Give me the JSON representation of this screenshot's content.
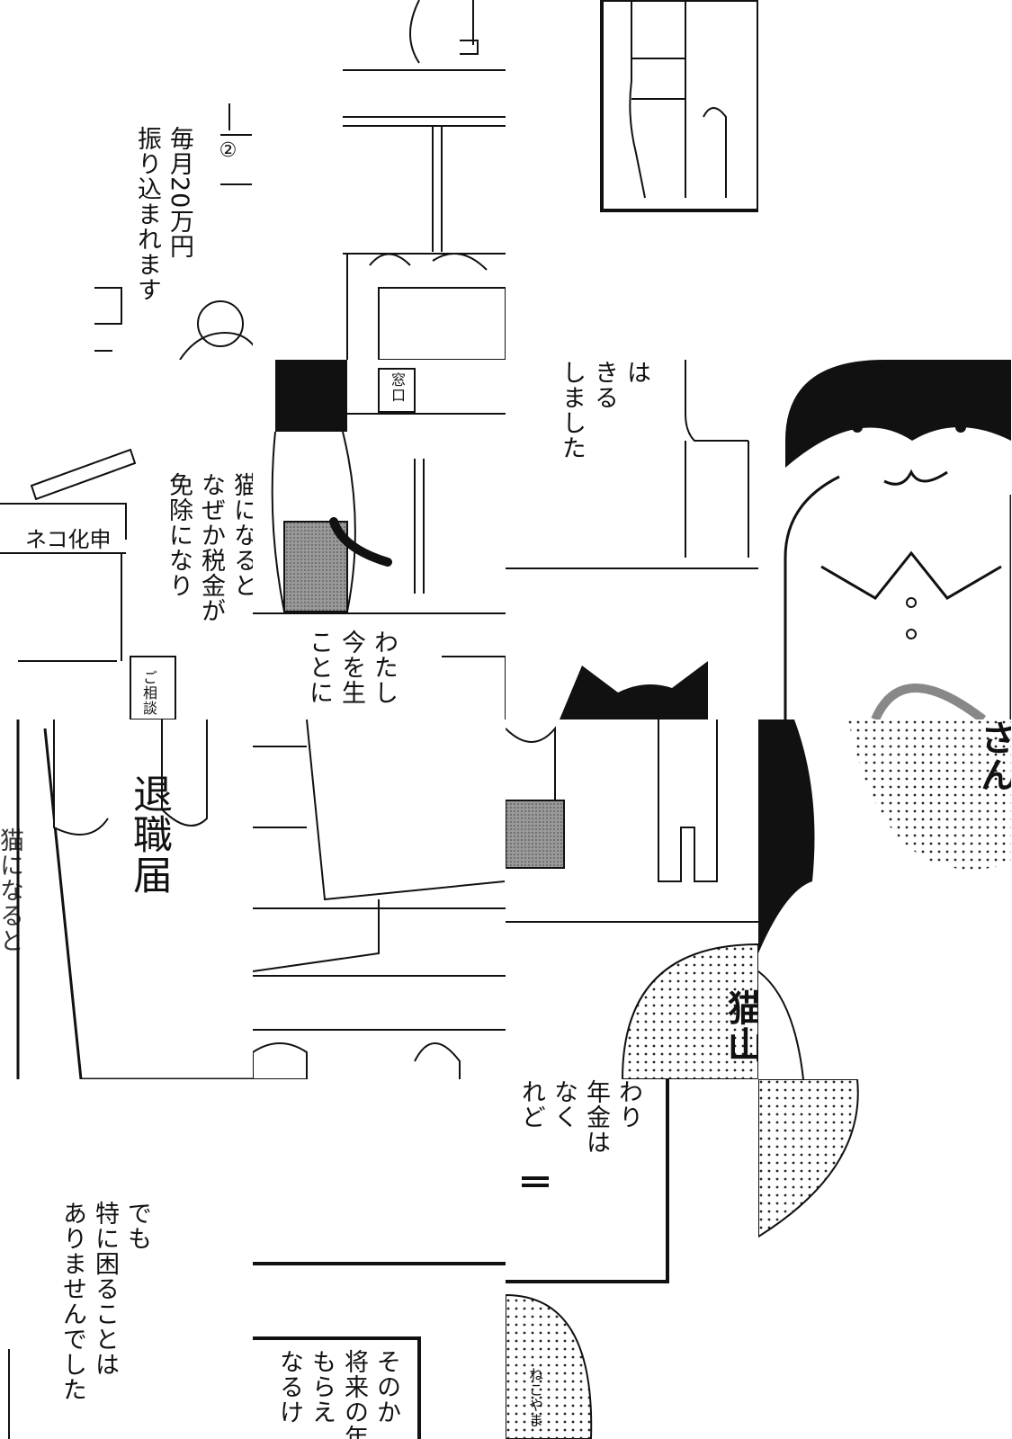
{
  "panels": {
    "r0c0": {
      "badge": "②",
      "lines": [
        "毎月20万円",
        "振り込まれます"
      ]
    },
    "r1c0": {
      "lines": [
        "猫になると",
        "なぜか税金が",
        "免除になり"
      ],
      "sign": "ネコ化申",
      "card": "ご相談"
    },
    "r1c1": {
      "lines": [
        "わたし",
        "今を生",
        "ことに"
      ],
      "sign": "窓口"
    },
    "r1c2": {
      "lines": [
        "は",
        "きる",
        "しました"
      ]
    },
    "r2c0": {
      "letter": "退職届",
      "partial": "猫になると"
    },
    "r2c3": {
      "top": "さん",
      "name": "猫山"
    },
    "r3c0": {
      "lines": [
        "でも",
        "特に困ることは",
        "ありませんでした"
      ]
    },
    "r3c1": {
      "lines": [
        "そのか",
        "将来の年",
        "もらえ",
        "なるけ"
      ]
    },
    "r3c2": {
      "lines": [
        "わり",
        "年金は",
        "なく",
        "れど"
      ],
      "small": "ねこやま"
    }
  }
}
